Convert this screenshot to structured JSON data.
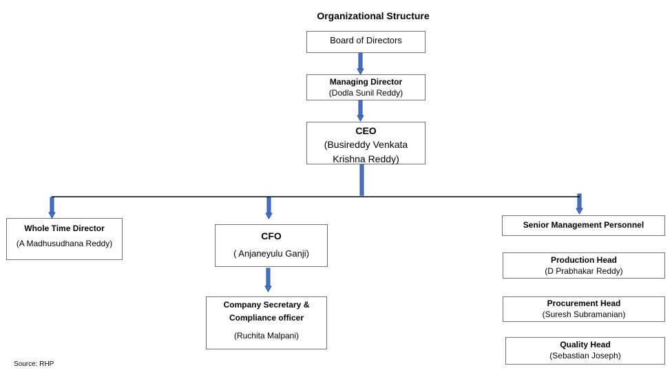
{
  "title": "Organizational Structure",
  "board": "Board of Directors",
  "md": {
    "role": "Managing Director",
    "name": "(Dodla Sunil Reddy)"
  },
  "ceo": {
    "role": "CEO",
    "name_line1": "(Busireddy Venkata",
    "name_line2": "Krishna Reddy)"
  },
  "wtd": {
    "role": "Whole Time Director",
    "name": "(A Madhusudhana Reddy)"
  },
  "cfo": {
    "role": "CFO",
    "name": "( Anjaneyulu Ganji)"
  },
  "cs": {
    "role_line1": "Company Secretary &",
    "role_line2": "Compliance officer",
    "name": "(Ruchita Malpani)"
  },
  "smp": {
    "role": "Senior Management Personnel"
  },
  "production": {
    "role": "Production Head",
    "name": "(D Prabhakar Reddy)"
  },
  "procurement": {
    "role": "Procurement Head",
    "name": "(Suresh Subramanian)"
  },
  "quality": {
    "role": "Quality Head",
    "name": "(Sebastian Joseph)"
  },
  "source": "Source: RHP",
  "colors": {
    "connector": "#4472c4",
    "line": "#000000",
    "border": "#707070"
  }
}
